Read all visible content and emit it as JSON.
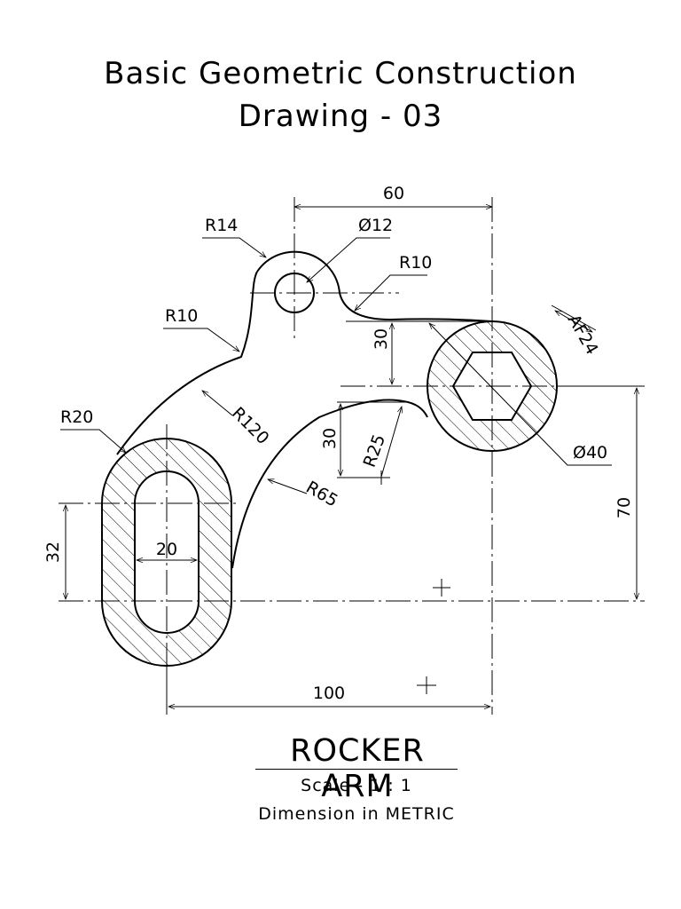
{
  "title": {
    "line1": "Basic Geometric Construction",
    "line2": "Drawing - 03"
  },
  "dimensions": {
    "d60": "60",
    "r14": "R14",
    "phi12": "Ø12",
    "r10_upper": "R10",
    "r10_left": "R10",
    "d30_upper": "30",
    "af24": "AF24",
    "r20": "R20",
    "r120": "R120",
    "d30_lower": "30",
    "r25": "R25",
    "phi40": "Ø40",
    "r65": "R65",
    "d70": "70",
    "d32": "32",
    "d20": "20",
    "d100": "100"
  },
  "footer": {
    "part_name": "ROCKER ARM",
    "scale": "Scale - 1 : 1",
    "units": "Dimension in METRIC"
  }
}
